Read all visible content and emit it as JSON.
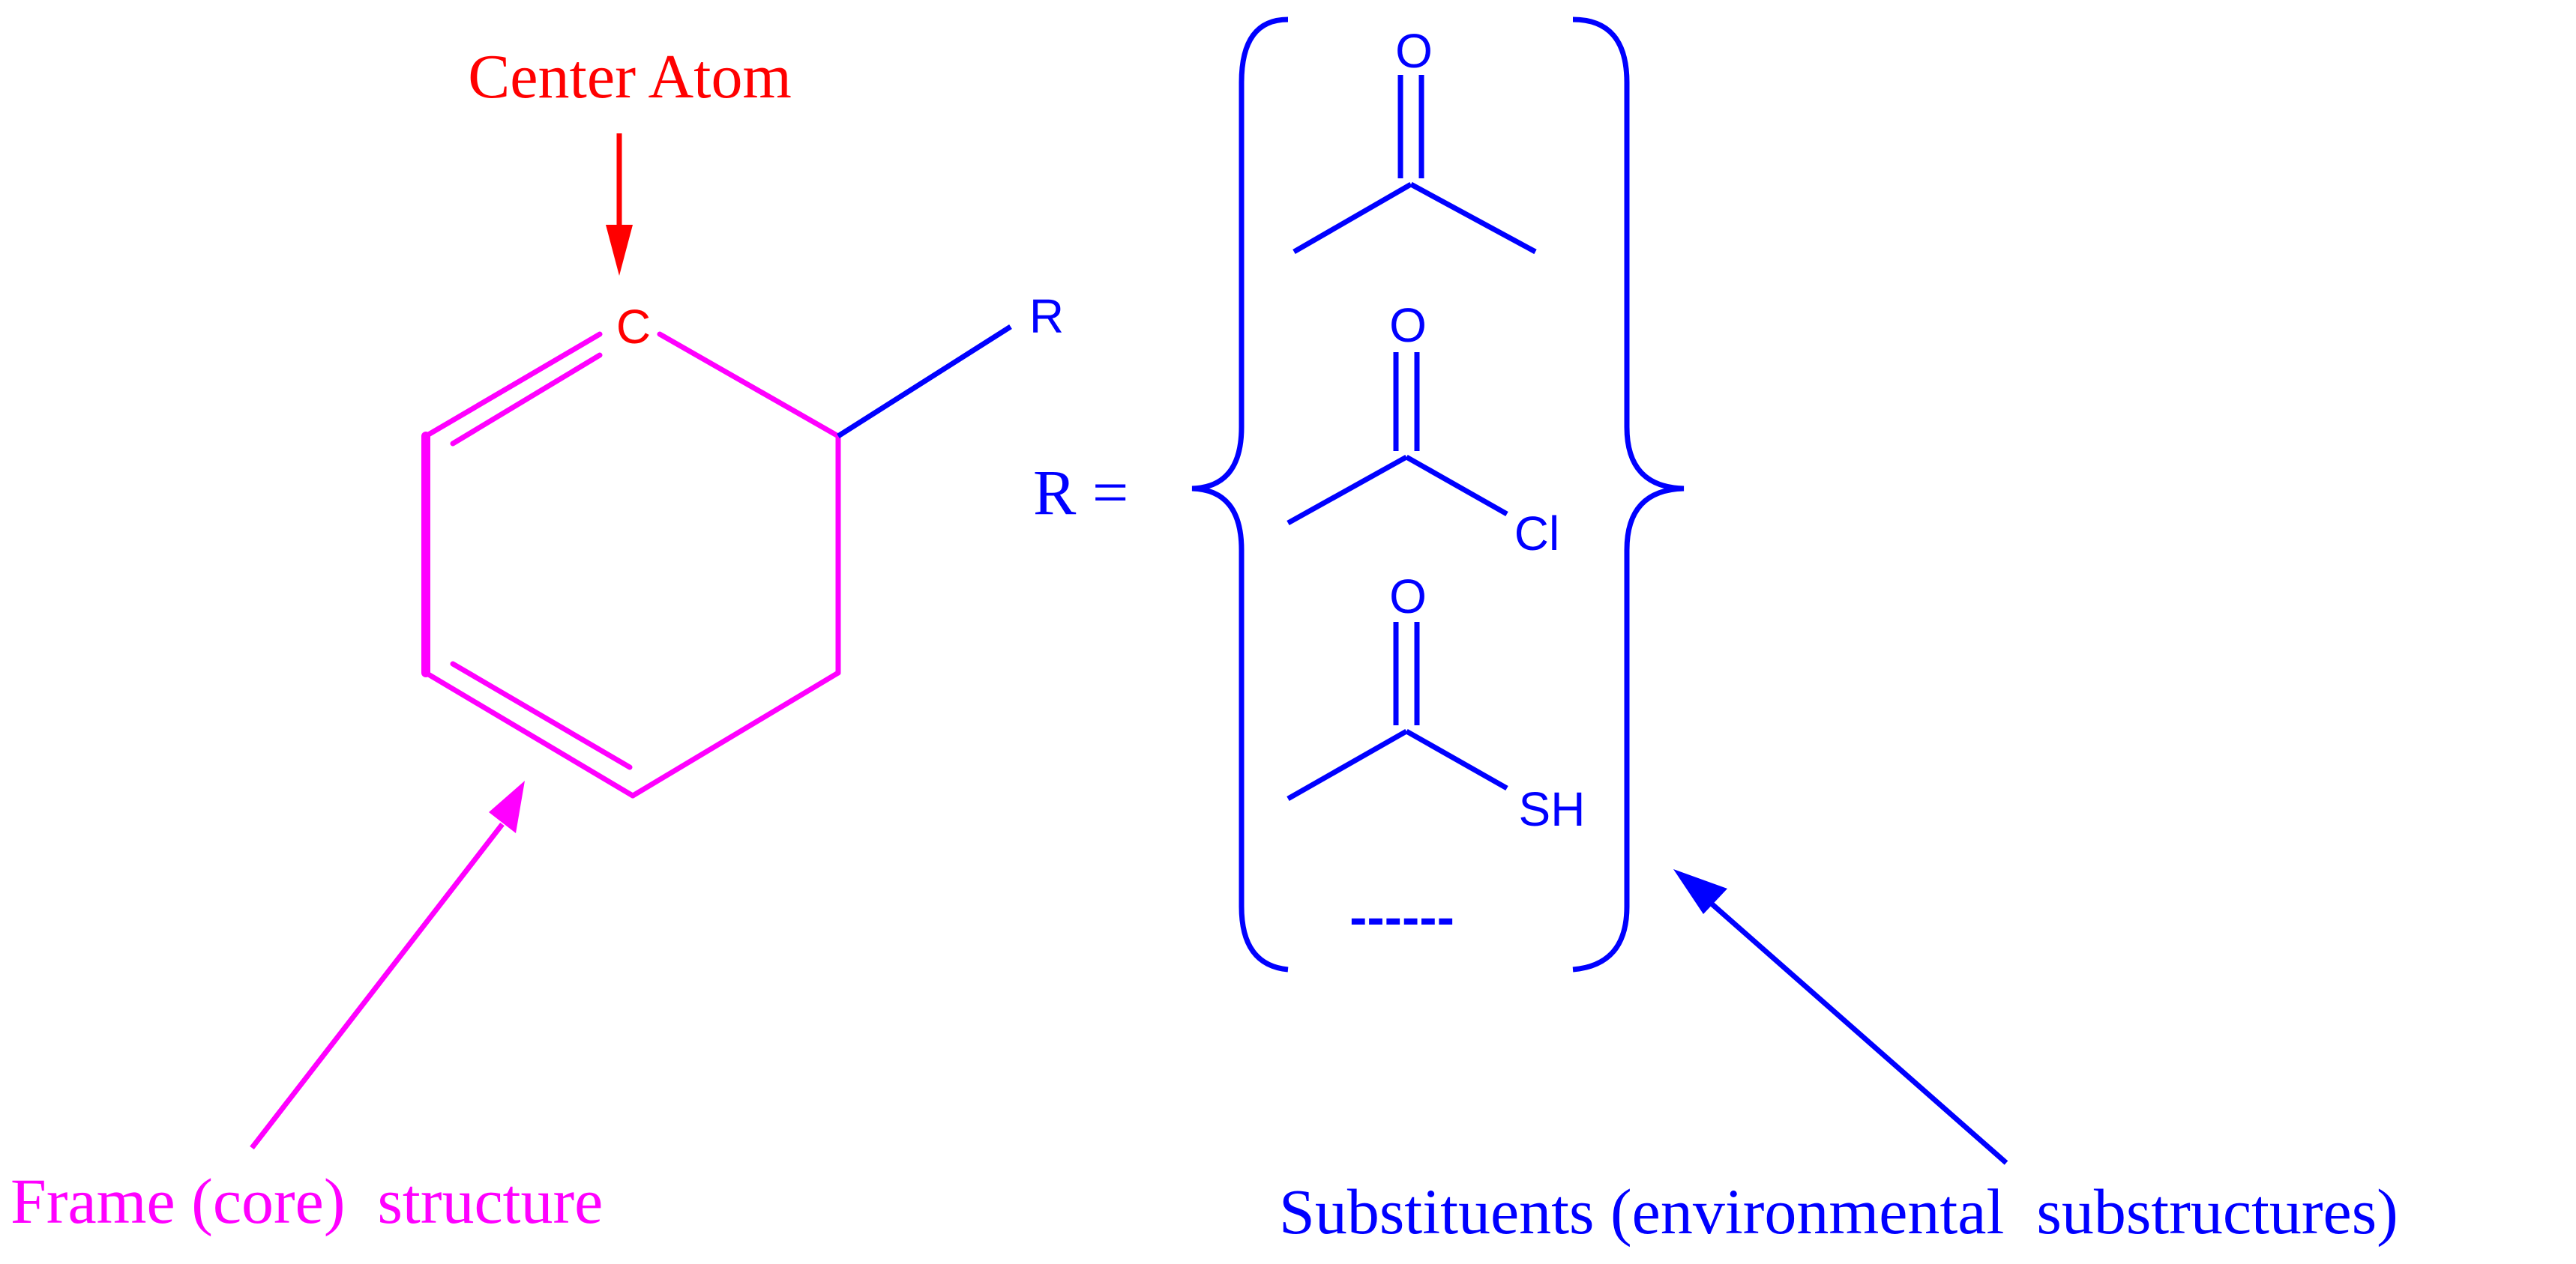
{
  "colors": {
    "center": "#ff0000",
    "frame": "#ff00ff",
    "substituent": "#0000ff",
    "background": "#ffffff"
  },
  "labels": {
    "center_atom": "Center Atom",
    "center_symbol": "C",
    "r_symbol": "R",
    "r_equals": "R =",
    "frame_caption": "Frame (core)  structure",
    "substituent_caption": "Substituents (environmental  substructures)"
  },
  "substituents": [
    {
      "top_atom": "O",
      "side_atom": ""
    },
    {
      "top_atom": "O",
      "side_atom": "Cl"
    },
    {
      "top_atom": "O",
      "side_atom": "SH"
    }
  ],
  "ellipsis": "------"
}
